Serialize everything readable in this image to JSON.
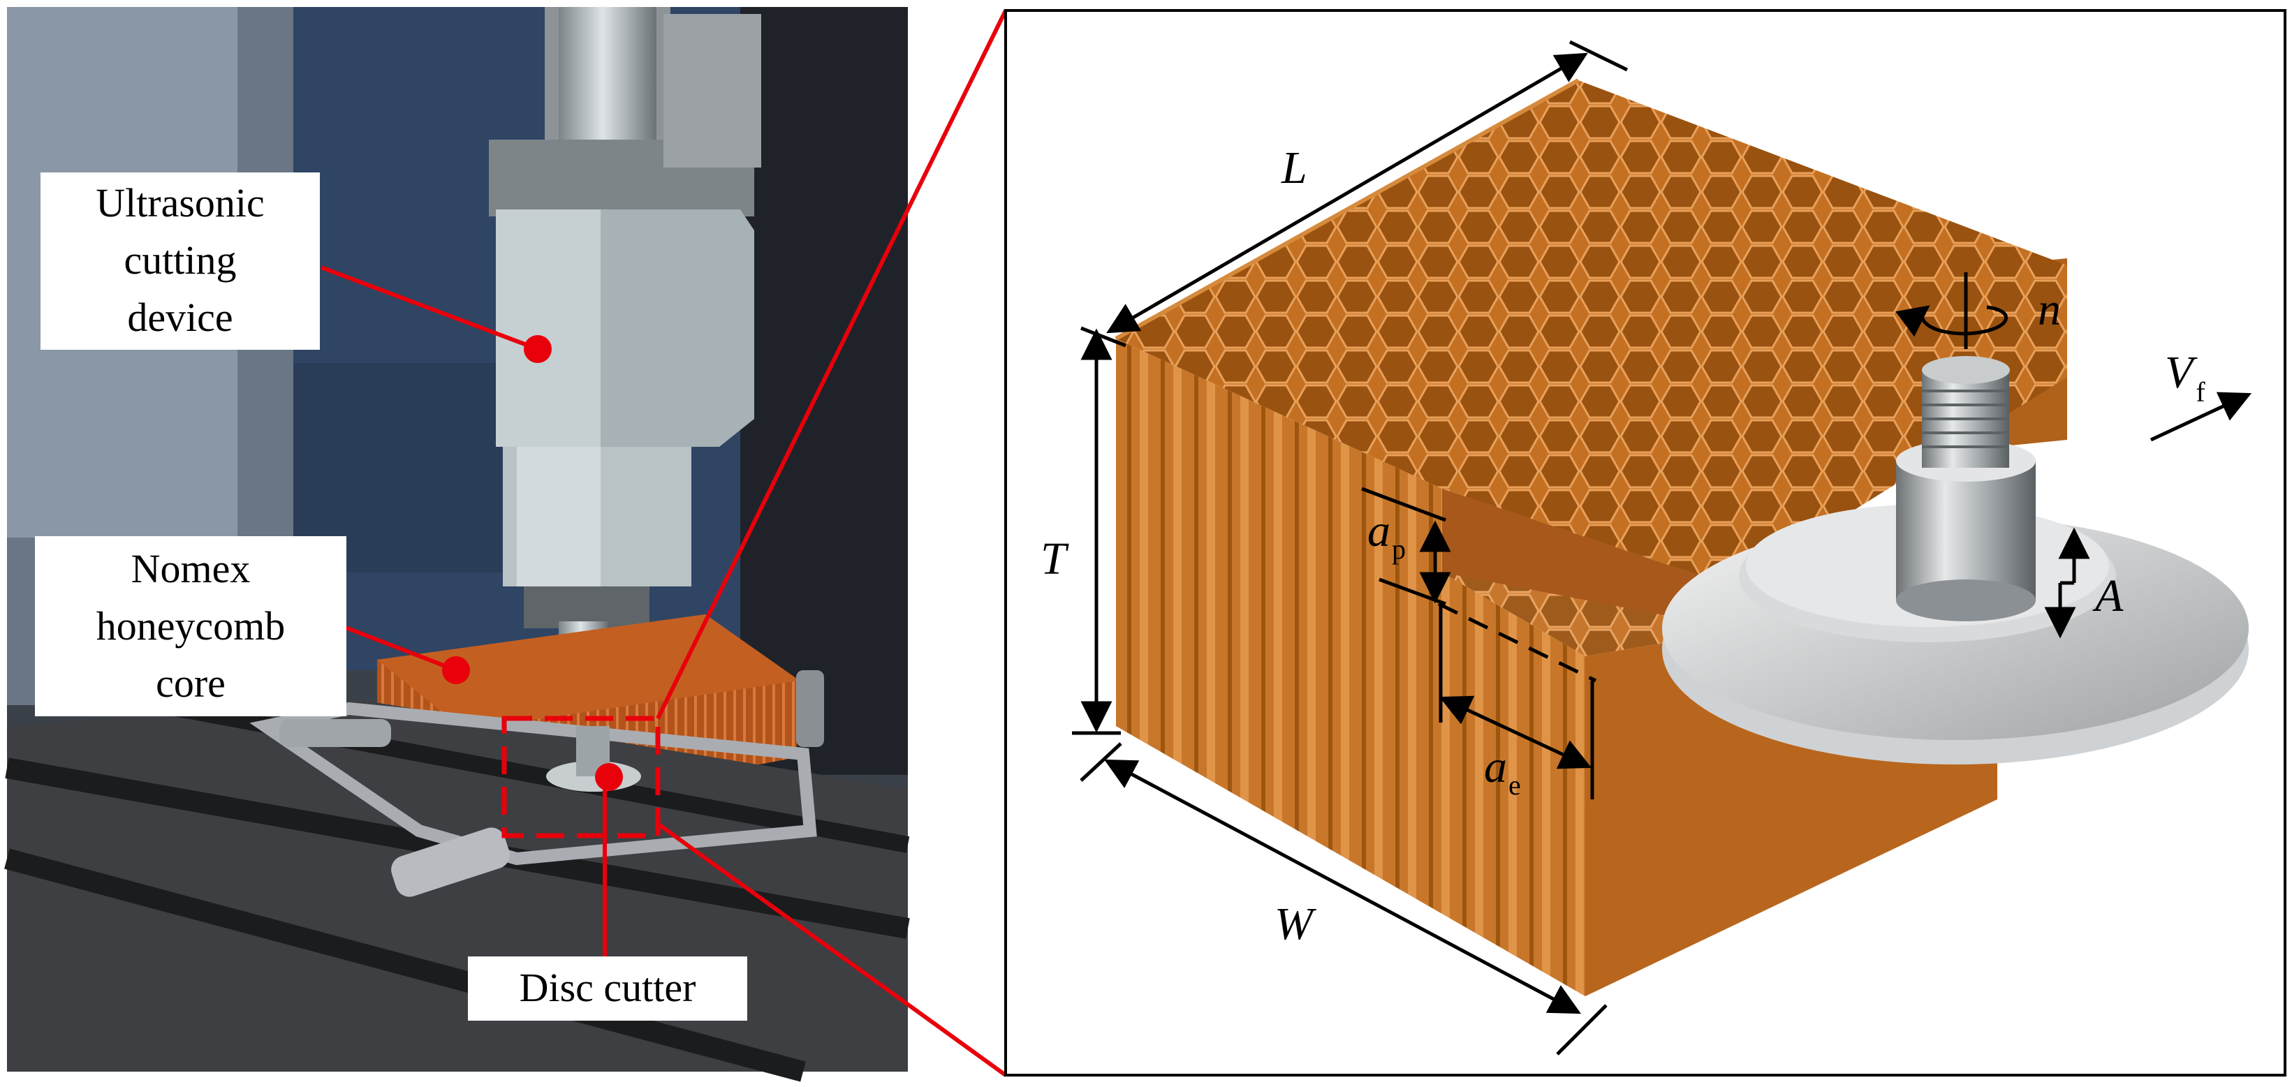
{
  "photo_labels": {
    "device": [
      "Ultrasonic",
      "cutting",
      "device"
    ],
    "core": [
      "Nomex",
      "honeycomb",
      "core"
    ],
    "cutter": "Disc cutter"
  },
  "dimension_labels": {
    "length": "L",
    "width": "W",
    "thickness": "T",
    "depth_of_cut": "a",
    "depth_of_cut_sub": "p",
    "width_of_cut": "a",
    "width_of_cut_sub": "e",
    "spindle_speed": "n",
    "feed_velocity": "V",
    "feed_velocity_sub": "f",
    "amplitude": "A"
  },
  "colors": {
    "callout_red": "#e8000b",
    "honeycomb": "#c87422",
    "honeycomb_dark": "#9c5412",
    "honeycomb_light": "#dd8f3c",
    "metal": "#b8bcbe"
  }
}
